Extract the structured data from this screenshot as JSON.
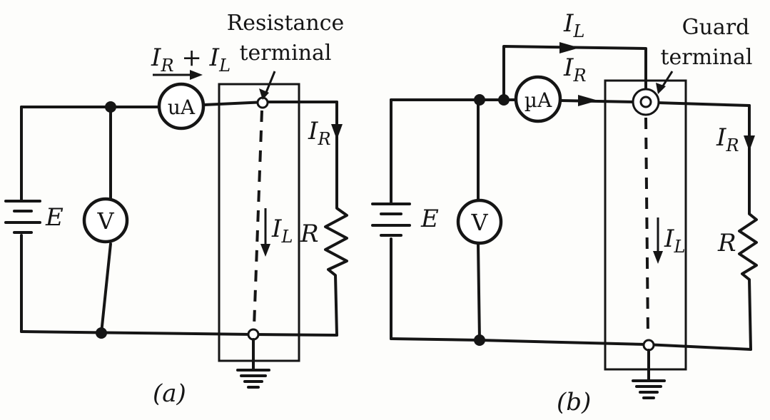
{
  "diagram_a": {
    "current_top": {
      "main": "I",
      "sub1": "R",
      "plus": " + ",
      "main2": "I",
      "sub2": "L"
    },
    "terminal_label_line1": "Resistance",
    "terminal_label_line2": "terminal",
    "ammeter": "uA",
    "voltmeter": "V",
    "source": "E",
    "current_right": {
      "main": "I",
      "sub": "R"
    },
    "current_leak": {
      "main": "I",
      "sub": "L"
    },
    "resistor": "R",
    "caption": "(a)"
  },
  "diagram_b": {
    "current_loop": {
      "main": "I",
      "sub": "L"
    },
    "current_meter": {
      "main": "I",
      "sub": "R"
    },
    "terminal_label_line1": "Guard",
    "terminal_label_line2": "terminal",
    "ammeter": "µA",
    "voltmeter": "V",
    "source": "E",
    "current_right": {
      "main": "I",
      "sub": "R"
    },
    "current_leak": {
      "main": "I",
      "sub": "L"
    },
    "resistor": "R",
    "caption": "(b)"
  }
}
